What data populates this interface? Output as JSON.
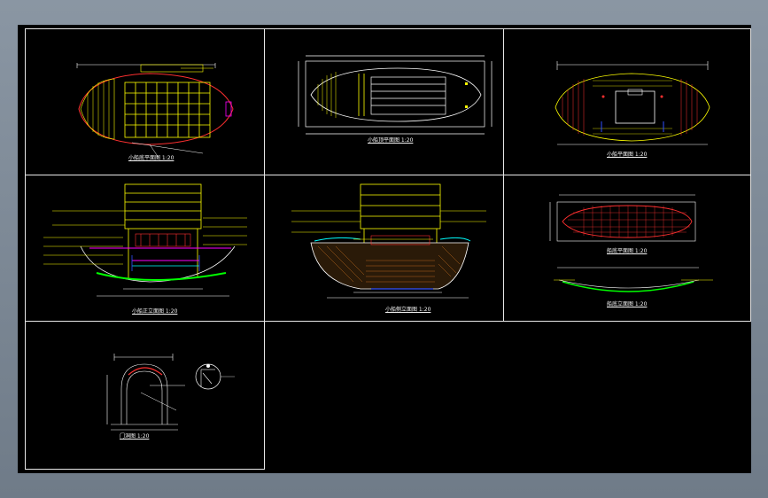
{
  "colors": {
    "background": "#000000",
    "frame": "#e8e8e8",
    "yellow": "#ffff00",
    "red": "#ff3030",
    "green": "#00ff00",
    "magenta": "#ff00ff",
    "cyan": "#00ffff",
    "blue": "#3050ff",
    "white": "#f0f0f0",
    "brown": "#b5651d"
  },
  "panels": [
    {
      "id": "p1",
      "caption": "小船底平面图 1:20"
    },
    {
      "id": "p2",
      "caption": "小船顶平面图 1:20"
    },
    {
      "id": "p3",
      "caption": "小船平面图 1:20"
    },
    {
      "id": "p4",
      "caption": "小船正立面图 1:20"
    },
    {
      "id": "p5",
      "caption": "小船侧立面图 1:20"
    },
    {
      "id": "p6a",
      "caption": "船底平面图 1:20"
    },
    {
      "id": "p6b",
      "caption": "船底立面图 1:20"
    },
    {
      "id": "p7",
      "caption": "门洞图 1:20"
    }
  ]
}
